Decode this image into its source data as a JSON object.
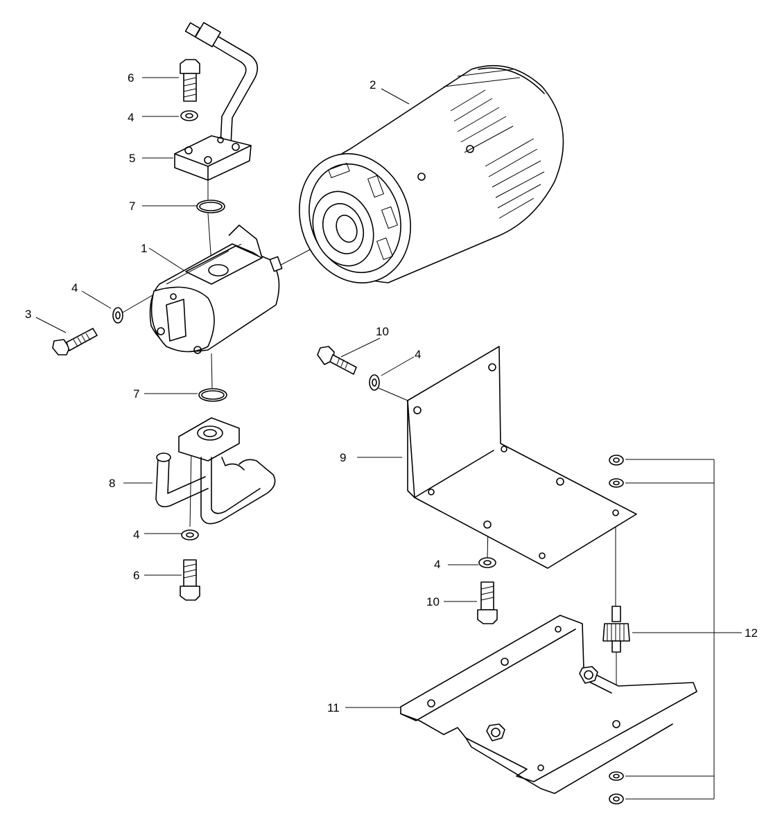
{
  "callouts": {
    "c1": "1",
    "c2": "2",
    "c3": "3",
    "c4a": "4",
    "c4b": "4",
    "c4c": "4",
    "c4d": "4",
    "c4e": "4",
    "c5": "5",
    "c6a": "6",
    "c6b": "6",
    "c7a": "7",
    "c7b": "7",
    "c8": "8",
    "c9": "9",
    "c10a": "10",
    "c10b": "10",
    "c11": "11",
    "c12": "12"
  }
}
